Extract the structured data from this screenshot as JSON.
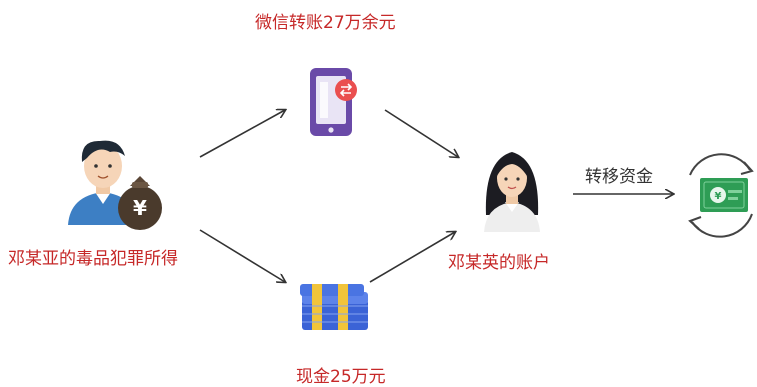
{
  "labels": {
    "wechat_transfer": "微信转账27万余元",
    "cash": "现金25万元",
    "drug_proceeds": "邓某亚的毒品犯罪所得",
    "account": "邓某英的账户",
    "transfer_funds": "转移资金"
  },
  "icons": {
    "man": "man-avatar-icon",
    "money_bag": "money-bag-icon",
    "phone": "phone-transfer-icon",
    "cash_stack": "cash-stack-icon",
    "woman": "woman-avatar-icon",
    "cycle_money": "money-cycle-icon",
    "yen_symbol": "¥"
  },
  "colors": {
    "label_red": "#c62828",
    "label_dark": "#333333",
    "arrow": "#333333",
    "money_green": "#2e9d55"
  }
}
